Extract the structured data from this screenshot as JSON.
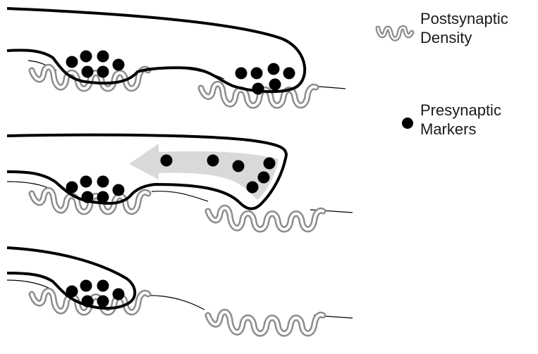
{
  "colors": {
    "axon_outline": "#000000",
    "psd_gray": "#8c8c8c",
    "psd_white": "#ffffff",
    "vesicle": "#000000",
    "arrow_fill": "#d9d9d9",
    "background": "#ffffff"
  },
  "legend": {
    "items": [
      {
        "icon": "postsynaptic-density-icon",
        "label": "Postsynaptic\nDensity"
      },
      {
        "icon": "presynaptic-marker-icon",
        "label": "Presynaptic\nMarkers"
      }
    ]
  },
  "panels": [
    {
      "stage": 1,
      "arrow": false
    },
    {
      "stage": 2,
      "arrow": true
    },
    {
      "stage": 3,
      "arrow": false
    }
  ]
}
